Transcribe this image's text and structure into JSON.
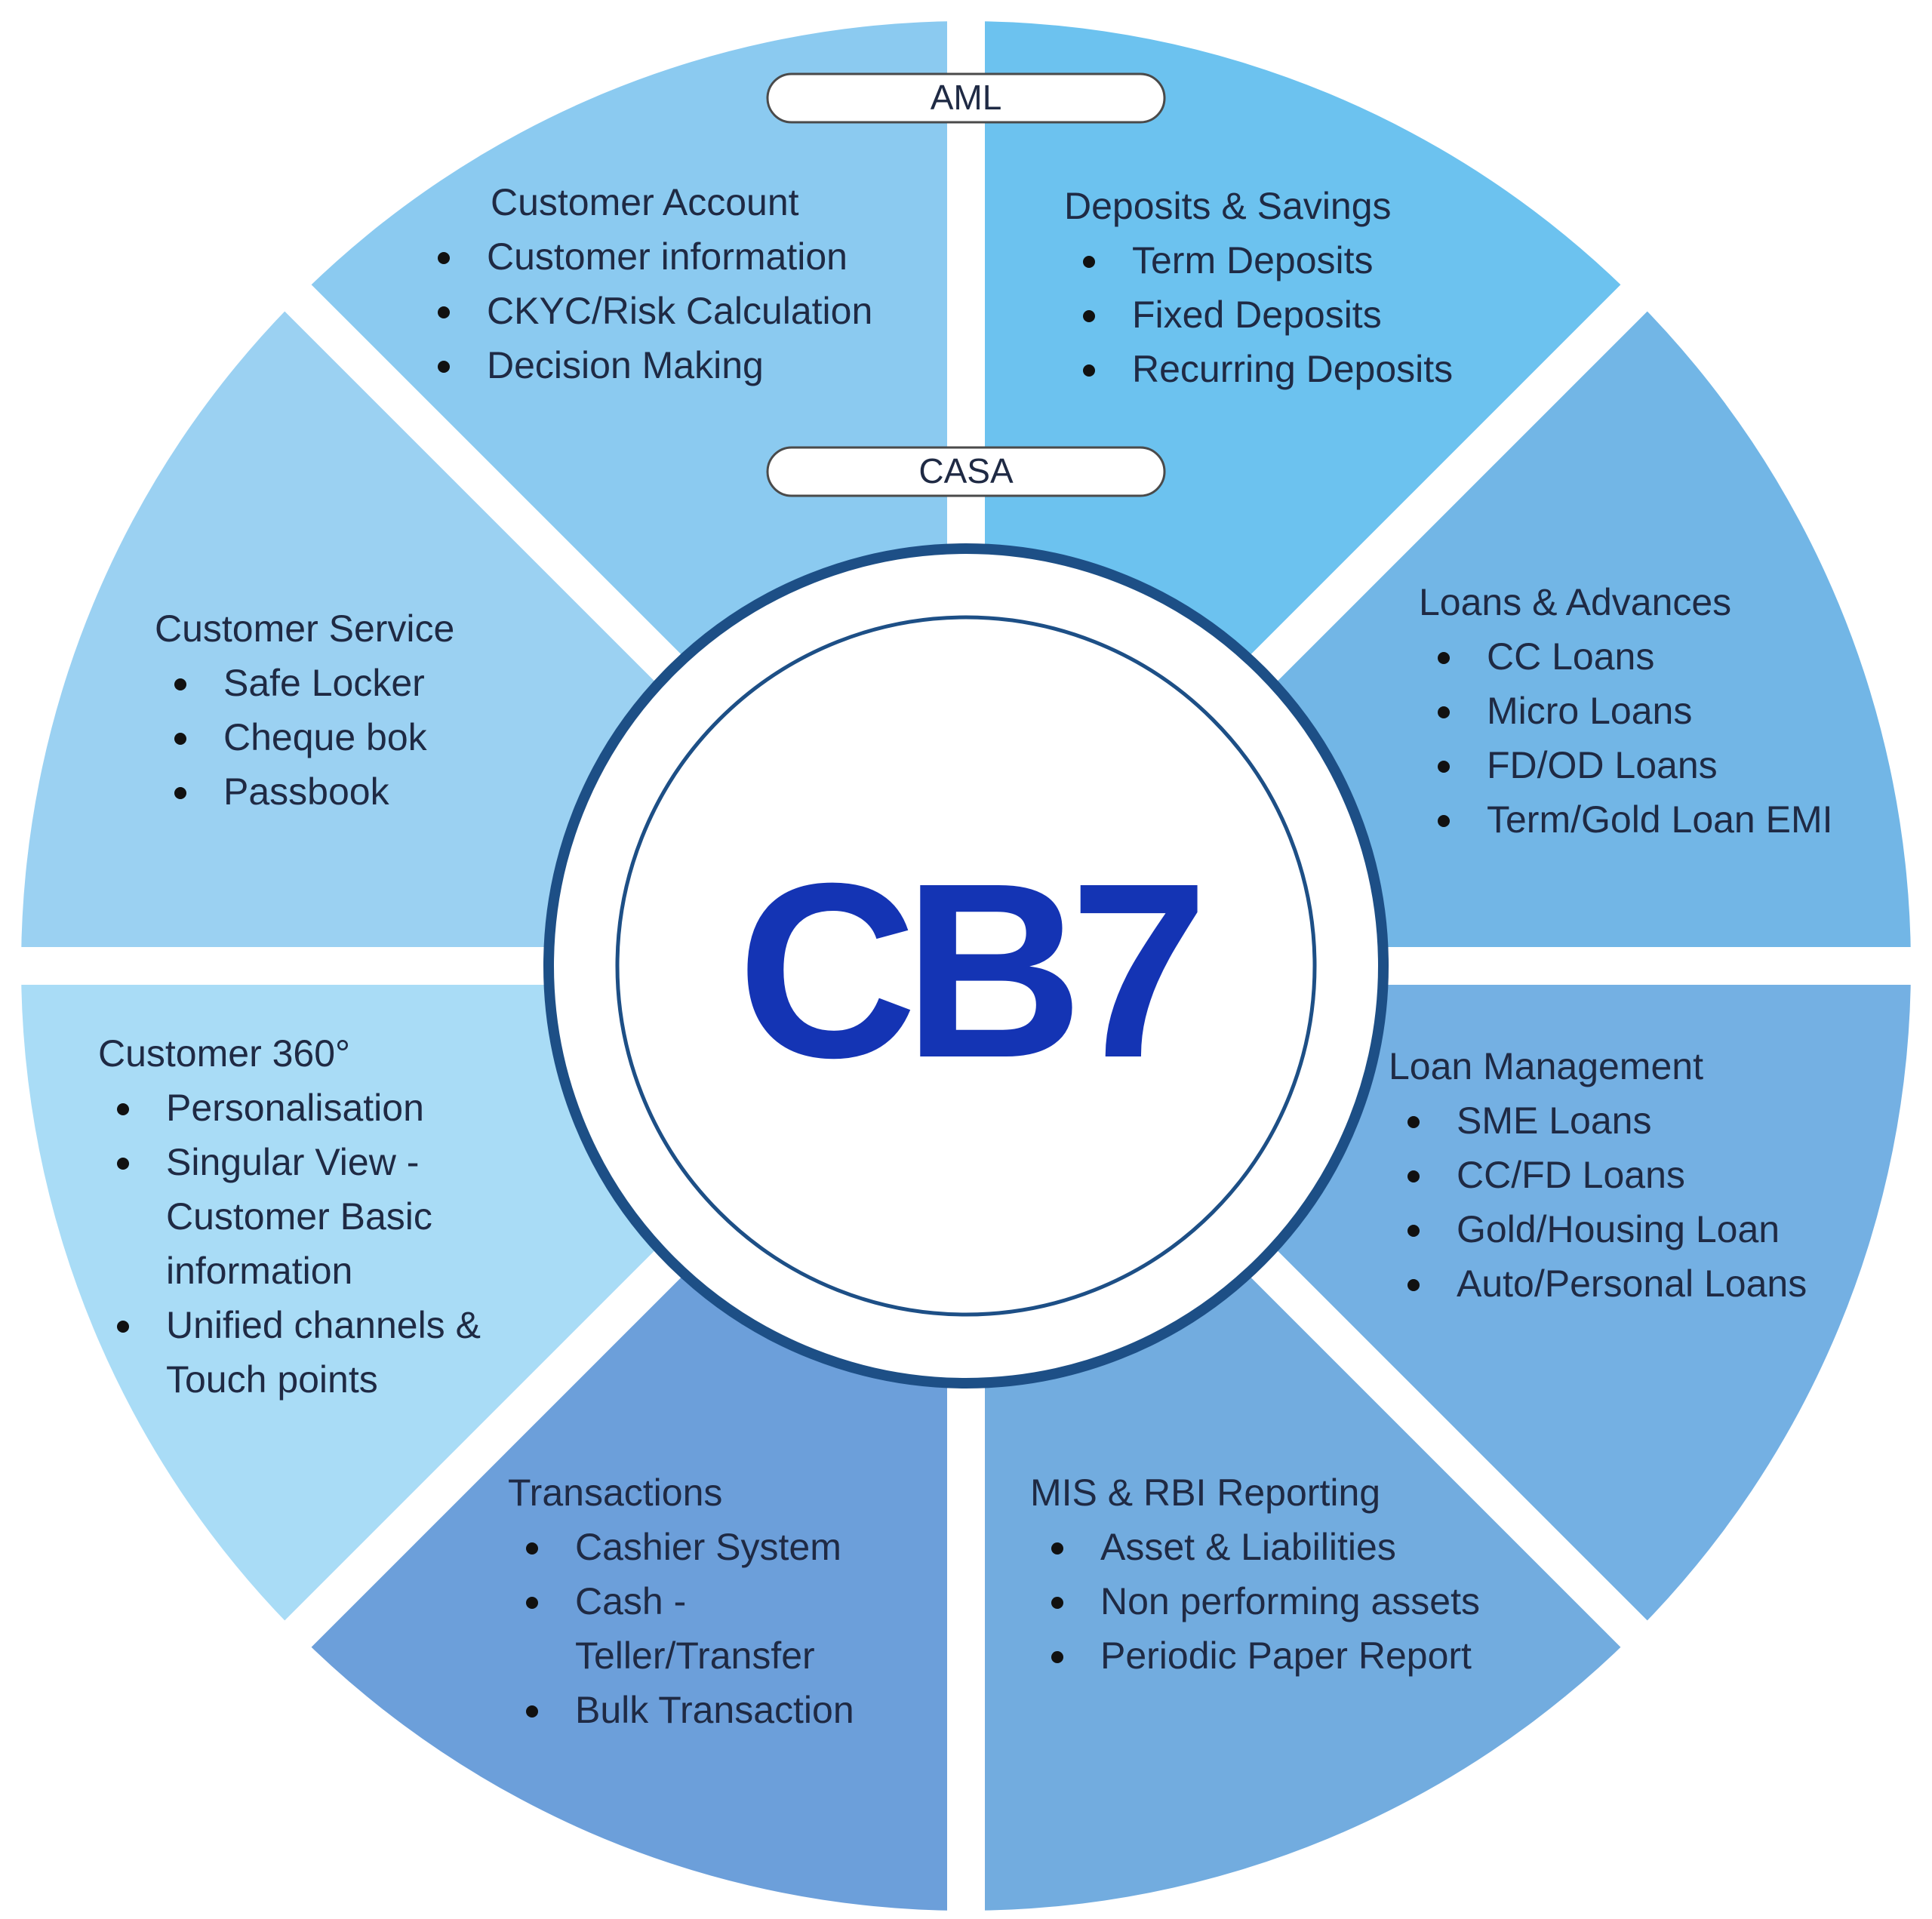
{
  "center": {
    "logo_text": "CB7",
    "logo_color": "#1434b4",
    "ring_color": "#1d4f86"
  },
  "pills": [
    {
      "id": "aml",
      "label": "AML"
    },
    {
      "id": "casa",
      "label": "CASA"
    }
  ],
  "segments": [
    {
      "id": "customer-account",
      "title": "Customer Account",
      "color": "#9bd1f2",
      "items": [
        "Customer information",
        "CKYC/Risk Calculation",
        "Decision Making"
      ]
    },
    {
      "id": "deposits-savings",
      "title": "Deposits  & Savings",
      "color": "#8bcaf0",
      "items": [
        "Term Deposits",
        "Fixed Deposits",
        "Recurring Deposits"
      ]
    },
    {
      "id": "loans-advances",
      "title": "Loans & Advances",
      "color": "#6cc2ef",
      "items": [
        "CC Loans",
        "Micro Loans",
        "FD/OD Loans",
        "Term/Gold Loan EMI"
      ]
    },
    {
      "id": "loan-management",
      "title": "Loan Management",
      "color": "#72b6e6",
      "items": [
        "SME Loans",
        "CC/FD Loans",
        "Gold/Housing Loan",
        "Auto/Personal Loans"
      ]
    },
    {
      "id": "mis-rbi-reporting",
      "title": "MIS & RBI Reporting",
      "color": "#74b0e3",
      "items": [
        " Asset & Liabilities",
        "Non performing assets",
        "Periodic Paper Report"
      ]
    },
    {
      "id": "transactions",
      "title": "Transactions",
      "color": "#72acdf",
      "items": [
        "Cashier System",
        [
          "Cash -",
          "Teller/Transfer"
        ],
        "Bulk Transaction"
      ]
    },
    {
      "id": "customer-360",
      "title": "Customer 360°",
      "color": "#6c9fda",
      "items": [
        "Personalisation",
        [
          "Singular View -",
          "Customer Basic",
          "information"
        ],
        [
          "Unified channels &",
          "Touch points"
        ]
      ]
    },
    {
      "id": "customer-service",
      "title": "Customer Service",
      "color": "#a9dcf6",
      "items": [
        "Safe Locker",
        "Cheque bok",
        "Passbook"
      ]
    }
  ]
}
